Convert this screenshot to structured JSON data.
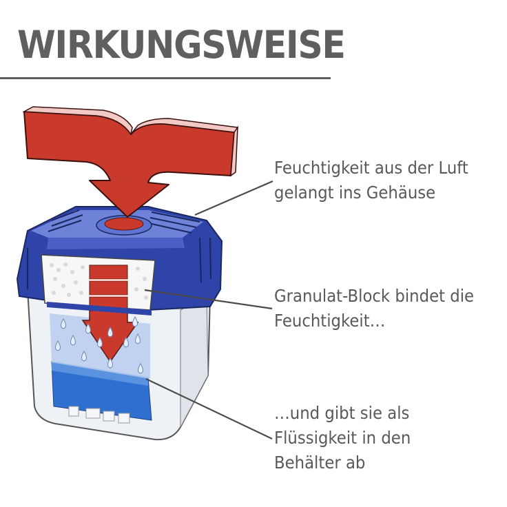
{
  "header": {
    "title": "WIRKUNGSWEISE"
  },
  "callouts": [
    {
      "lines": [
        "Feuchtigkeit aus der Luft",
        "gelangt ins Gehäuse"
      ]
    },
    {
      "lines": [
        "Granulat-Block bindet die",
        "Feuchtigkeit…"
      ]
    },
    {
      "lines": [
        "…und gibt sie als",
        "Flüssigkeit in den",
        "Behälter ab"
      ]
    }
  ],
  "illustration": {
    "subject": "dehumidifier-cutaway",
    "parts": [
      "red-arrow",
      "blue-lid",
      "granulate-block",
      "water-droplets",
      "water-reservoir",
      "clear-container"
    ]
  },
  "colors": {
    "text": "#5a5a5a",
    "arrow": "#c9392c",
    "arrow_highlight": "#f2c9c4",
    "lid_blue": "#2e44a8",
    "lid_light": "#8a9be0",
    "water": "#2f6fd0",
    "container": "#e8ecf2"
  }
}
